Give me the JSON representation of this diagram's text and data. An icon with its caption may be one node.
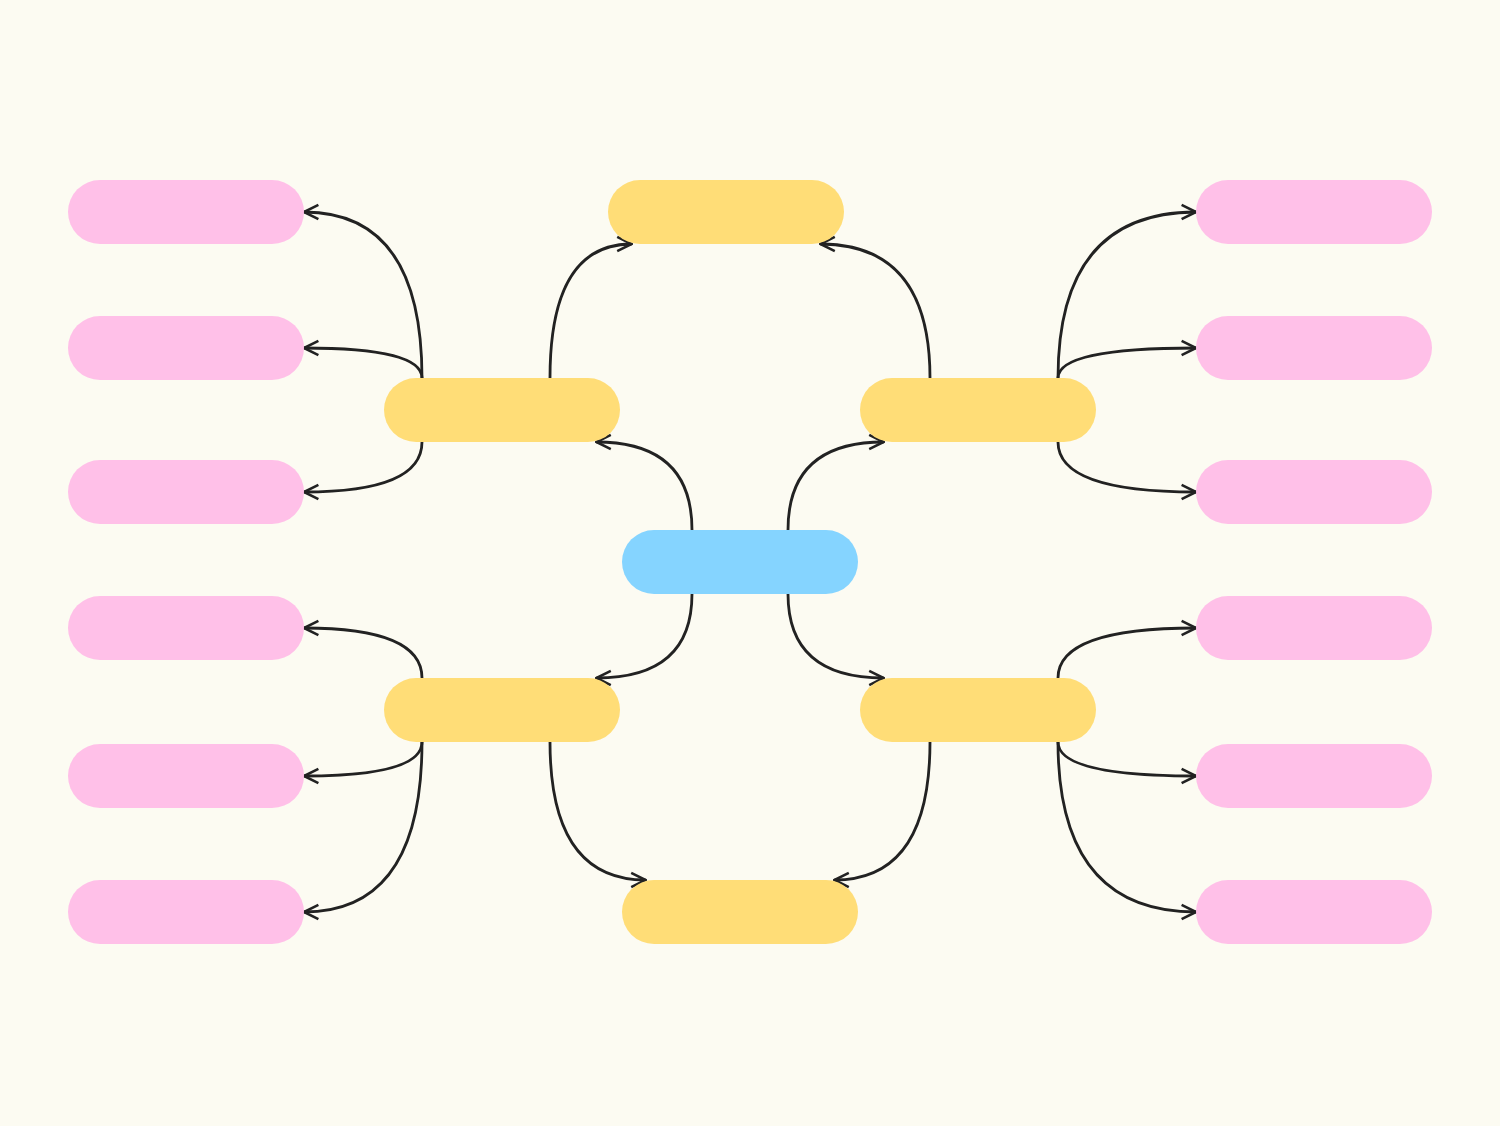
{
  "diagram": {
    "nodes": [
      {
        "text": [],
        "shape": "pill"
      },
      {
        "text": [],
        "shape": "pill"
      },
      {
        "text": [],
        "shape": "pill"
      },
      {
        "text": [],
        "shape": "pill"
      },
      {
        "text": [],
        "shape": "pill"
      },
      {
        "text": [],
        "shape": "pill"
      },
      {
        "text": [],
        "shape": "pill"
      },
      {
        "text": [],
        "shape": "pill"
      },
      {
        "text": [],
        "shape": "pill"
      },
      {
        "text": [],
        "shape": "pill"
      },
      {
        "text": [],
        "shape": "pill"
      },
      {
        "text": [],
        "shape": "pill"
      },
      {
        "text": [],
        "shape": "pill"
      },
      {
        "text": [],
        "shape": "pill"
      },
      {
        "text": [],
        "shape": "pill"
      },
      {
        "text": [],
        "shape": "pill"
      },
      {
        "text": [],
        "shape": "pill"
      },
      {
        "text": [],
        "shape": "pill"
      },
      {
        "text": [],
        "shape": "pill"
      }
    ],
    "edges": [
      {
        "from": 9,
        "to": 5,
        "arrow": "to"
      },
      {
        "from": 9,
        "to": 6,
        "arrow": "to"
      },
      {
        "from": 9,
        "to": 12,
        "arrow": "to"
      },
      {
        "from": 9,
        "to": 13,
        "arrow": "to"
      },
      {
        "from": 5,
        "to": 1,
        "arrow": "to"
      },
      {
        "from": 6,
        "to": 1,
        "arrow": "to"
      },
      {
        "from": 5,
        "to": 0,
        "arrow": "to"
      },
      {
        "from": 5,
        "to": 3,
        "arrow": "to"
      },
      {
        "from": 5,
        "to": 7,
        "arrow": "to"
      },
      {
        "from": 6,
        "to": 2,
        "arrow": "to"
      },
      {
        "from": 6,
        "to": 4,
        "arrow": "to"
      },
      {
        "from": 6,
        "to": 8,
        "arrow": "to"
      },
      {
        "from": 12,
        "to": 10,
        "arrow": "to"
      },
      {
        "from": 12,
        "to": 14,
        "arrow": "to"
      },
      {
        "from": 12,
        "to": 16,
        "arrow": "to"
      },
      {
        "from": 13,
        "to": 11,
        "arrow": "to"
      },
      {
        "from": 13,
        "to": 15,
        "arrow": "to"
      },
      {
        "from": 13,
        "to": 18,
        "arrow": "to"
      },
      {
        "from": 12,
        "to": 17,
        "arrow": "to"
      },
      {
        "from": 13,
        "to": 17,
        "arrow": "to"
      }
    ]
  }
}
